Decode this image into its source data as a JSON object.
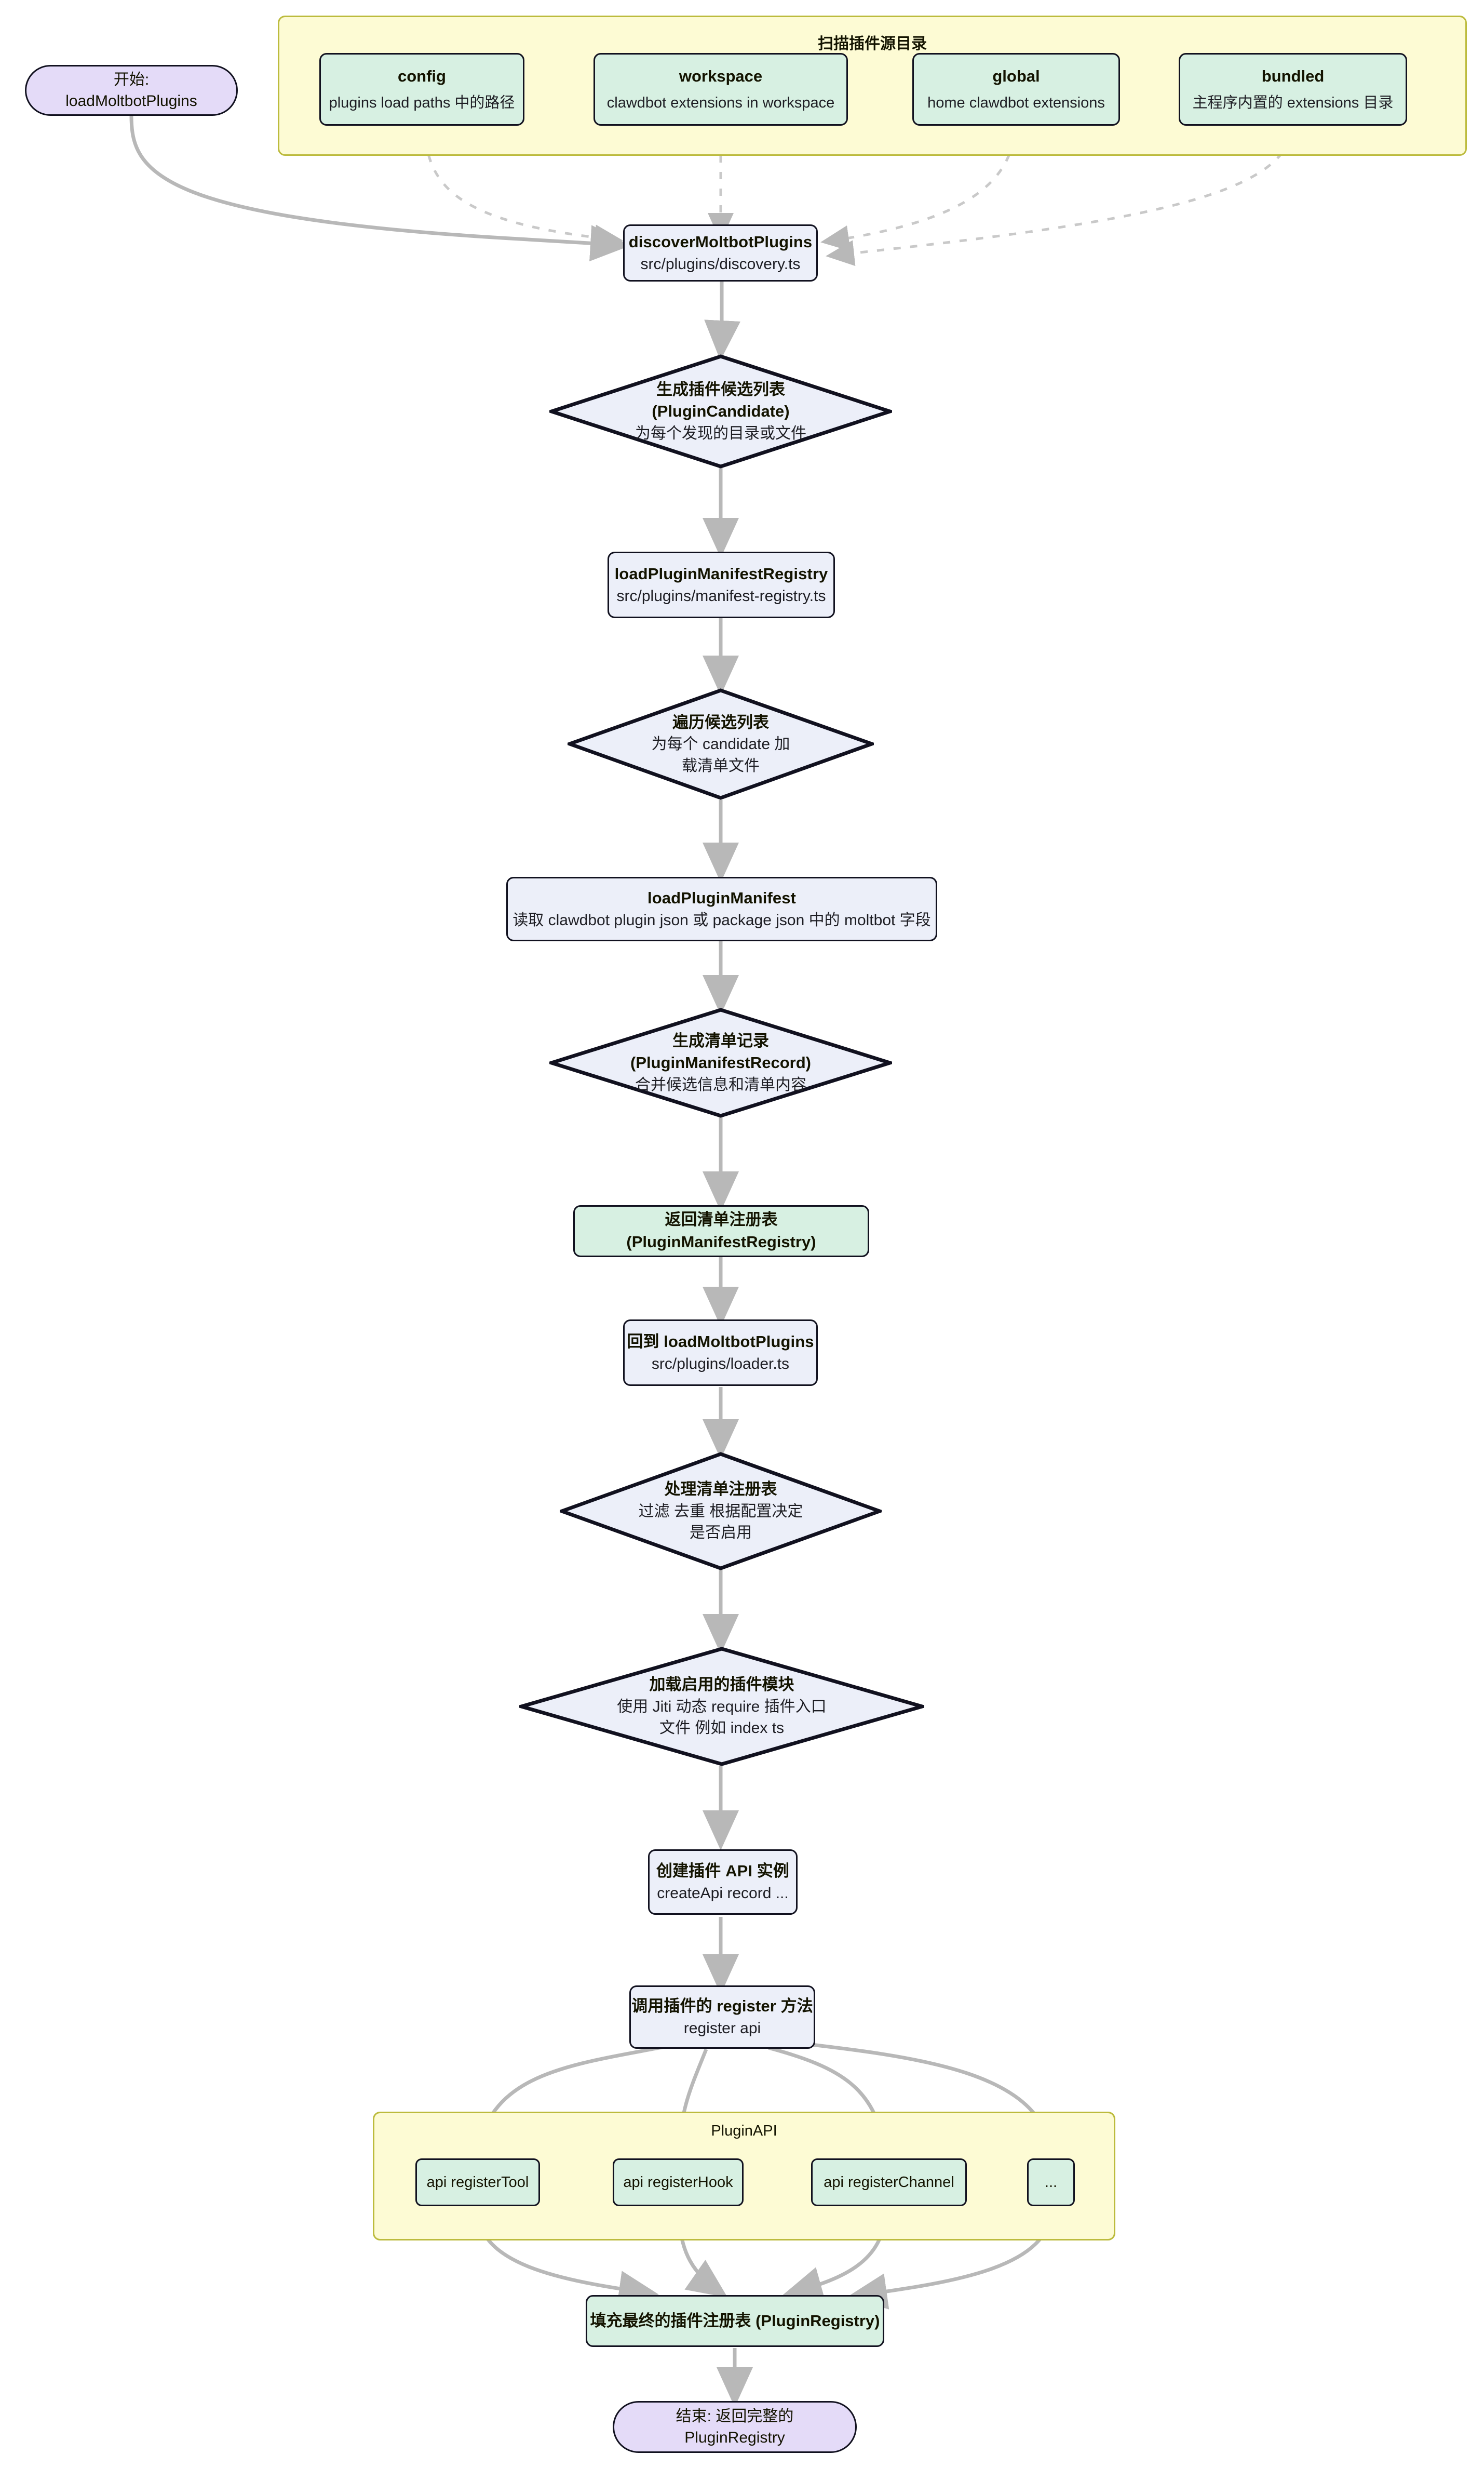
{
  "diagram": {
    "type": "flowchart",
    "direction": "top-down",
    "title": "Moltbot plugin loading flow"
  },
  "subgraphs": [
    {
      "id": "scan-sources",
      "title": "扫描插件源目录"
    },
    {
      "id": "plugin-api",
      "title": "PluginAPI"
    }
  ],
  "nodes": {
    "start": {
      "shape": "stadium",
      "line1": "开始:",
      "line2": "loadMoltbotPlugins"
    },
    "source_config": {
      "shape": "rect",
      "title": "config",
      "subtitle": "plugins load paths 中的路径"
    },
    "source_workspace": {
      "shape": "rect",
      "title": "workspace",
      "subtitle": "clawdbot extensions in workspace"
    },
    "source_global": {
      "shape": "rect",
      "title": "global",
      "subtitle": "home clawdbot extensions"
    },
    "source_bundled": {
      "shape": "rect",
      "title": "bundled",
      "subtitle": "主程序内置的 extensions 目录"
    },
    "discover": {
      "shape": "rect",
      "title": "discoverMoltbotPlugins",
      "subtitle": "src/plugins/discovery.ts"
    },
    "candidate": {
      "shape": "diamond",
      "line1": "生成插件候选列表",
      "line2": "(PluginCandidate)",
      "line3": "为每个发现的目录或文件"
    },
    "load_manifest_registry": {
      "shape": "rect",
      "title": "loadPluginManifestRegistry",
      "subtitle": "src/plugins/manifest-registry.ts"
    },
    "iterate_candidates": {
      "shape": "diamond",
      "line1": "遍历候选列表",
      "line2": "为每个 candidate 加",
      "line3": "载清单文件"
    },
    "load_plugin_manifest": {
      "shape": "rect",
      "title": "loadPluginManifest",
      "subtitle": "读取 clawdbot plugin json 或 package json 中的 moltbot 字段"
    },
    "manifest_record": {
      "shape": "diamond",
      "line1": "生成清单记录",
      "line2": "(PluginManifestRecord)",
      "line3": "合并候选信息和清单内容"
    },
    "return_manifest_registry": {
      "shape": "rect-green",
      "title": "返回清单注册表 (PluginManifestRegistry)"
    },
    "back_to_loader": {
      "shape": "rect",
      "title": "回到 loadMoltbotPlugins",
      "subtitle": "src/plugins/loader.ts"
    },
    "process_registry": {
      "shape": "diamond",
      "line1": "处理清单注册表",
      "line2": "过滤 去重 根据配置决定",
      "line3": "是否启用"
    },
    "load_modules": {
      "shape": "diamond",
      "line1": "加载启用的插件模块",
      "line2": "使用 Jiti 动态 require 插件入口",
      "line3": "文件 例如 index ts"
    },
    "create_api": {
      "shape": "rect",
      "title": "创建插件 API 实例",
      "subtitle": "createApi record ..."
    },
    "call_register": {
      "shape": "rect",
      "title": "调用插件的 register 方法",
      "subtitle": "register api"
    },
    "api_register_tool": {
      "shape": "rect-green-small",
      "title": "api registerTool"
    },
    "api_register_hook": {
      "shape": "rect-green-small",
      "title": "api registerHook"
    },
    "api_register_channel": {
      "shape": "rect-green-small",
      "title": "api registerChannel"
    },
    "api_more": {
      "shape": "rect-green-small",
      "title": "..."
    },
    "fill_registry": {
      "shape": "rect-green",
      "title": "填充最终的插件注册表 (PluginRegistry)"
    },
    "end": {
      "shape": "stadium",
      "line1": "结束: 返回完整的",
      "line2": "PluginRegistry"
    }
  },
  "edges": [
    {
      "from": "start",
      "to": "discover",
      "style": "solid"
    },
    {
      "from": "source_config",
      "to": "discover",
      "style": "dotted"
    },
    {
      "from": "source_workspace",
      "to": "discover",
      "style": "dotted"
    },
    {
      "from": "source_global",
      "to": "discover",
      "style": "dotted"
    },
    {
      "from": "source_bundled",
      "to": "discover",
      "style": "dotted"
    },
    {
      "from": "discover",
      "to": "candidate",
      "style": "solid"
    },
    {
      "from": "candidate",
      "to": "load_manifest_registry",
      "style": "solid"
    },
    {
      "from": "load_manifest_registry",
      "to": "iterate_candidates",
      "style": "solid"
    },
    {
      "from": "iterate_candidates",
      "to": "load_plugin_manifest",
      "style": "solid"
    },
    {
      "from": "load_plugin_manifest",
      "to": "manifest_record",
      "style": "solid"
    },
    {
      "from": "manifest_record",
      "to": "return_manifest_registry",
      "style": "solid"
    },
    {
      "from": "return_manifest_registry",
      "to": "back_to_loader",
      "style": "solid"
    },
    {
      "from": "back_to_loader",
      "to": "process_registry",
      "style": "solid"
    },
    {
      "from": "process_registry",
      "to": "load_modules",
      "style": "solid"
    },
    {
      "from": "load_modules",
      "to": "create_api",
      "style": "solid"
    },
    {
      "from": "create_api",
      "to": "call_register",
      "style": "solid"
    },
    {
      "from": "call_register",
      "to": "api_register_tool",
      "style": "solid"
    },
    {
      "from": "call_register",
      "to": "api_register_hook",
      "style": "solid"
    },
    {
      "from": "call_register",
      "to": "api_register_channel",
      "style": "solid"
    },
    {
      "from": "call_register",
      "to": "api_more",
      "style": "solid"
    },
    {
      "from": "api_register_tool",
      "to": "fill_registry",
      "style": "solid"
    },
    {
      "from": "api_register_hook",
      "to": "fill_registry",
      "style": "solid"
    },
    {
      "from": "api_register_channel",
      "to": "fill_registry",
      "style": "solid"
    },
    {
      "from": "api_more",
      "to": "fill_registry",
      "style": "solid"
    },
    {
      "from": "fill_registry",
      "to": "end",
      "style": "solid"
    }
  ],
  "colors": {
    "process_fill": "#eceff9",
    "green_fill": "#d7f0e2",
    "terminator_fill": "#e4dbf8",
    "subgraph_fill": "#fdfbd4",
    "subgraph_border": "#bcbb3d",
    "node_border": "#11111f",
    "edge": "#b8b8b8"
  }
}
